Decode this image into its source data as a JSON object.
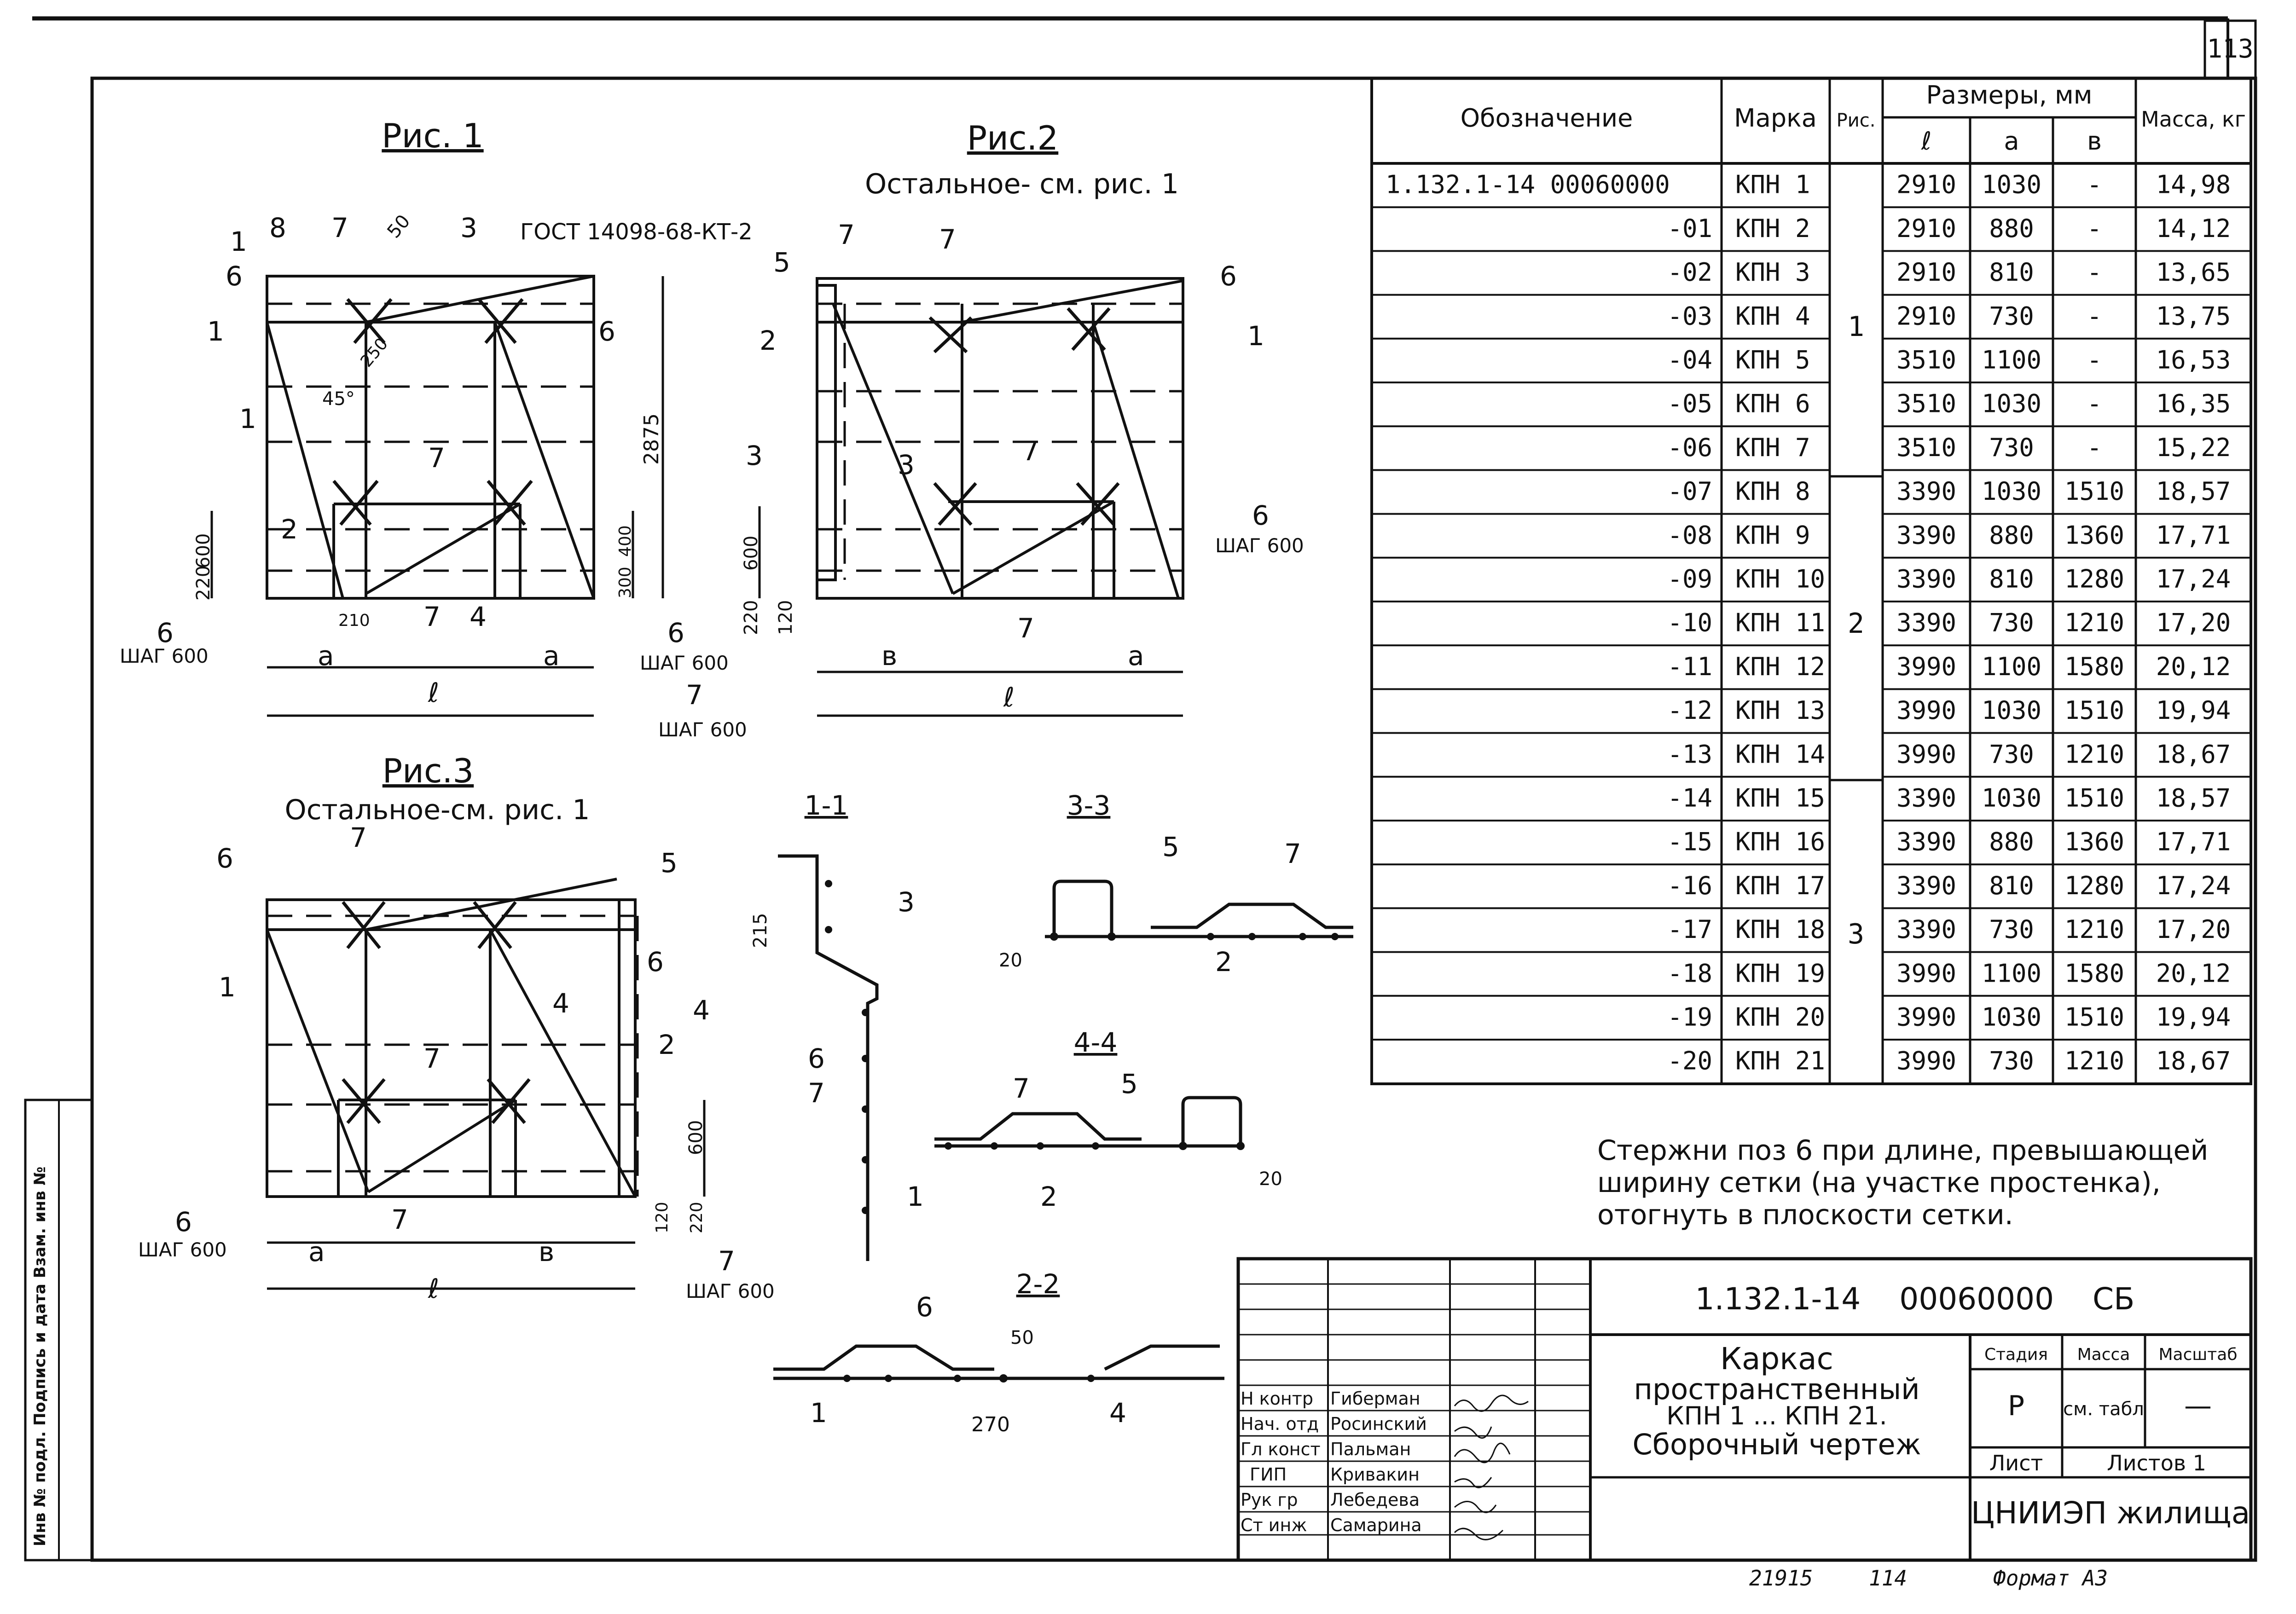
{
  "sheet_number": "113",
  "figures": {
    "fig1": {
      "title": "Рис. 1",
      "gost": "ГОСТ 14098-68-КТ-2"
    },
    "fig2": {
      "title": "Рис.2",
      "note": "Остальное- см. рис. 1"
    },
    "fig3": {
      "title": "Рис.3",
      "note": "Остальное-см. рис. 1"
    }
  },
  "callouts": {
    "p1": "1",
    "p2": "2",
    "p3": "3",
    "p4": "4",
    "p5": "5",
    "p6": "6",
    "p7": "7",
    "p8": "8",
    "step": "ШАГ 600",
    "dim_a": "a",
    "dim_l": "ℓ",
    "dim_b": "в",
    "d50": "50",
    "d250": "250",
    "d45": "45°",
    "d2875": "2875",
    "d600": "600",
    "d220": "220",
    "d400": "400",
    "d300": "300",
    "d210": "210",
    "d120": "120",
    "d215": "215",
    "d20": "20",
    "d270": "270"
  },
  "sections": {
    "s11": "1-1",
    "s22": "2-2",
    "s33": "3-3",
    "s44": "4-4"
  },
  "table": {
    "headers": {
      "designation": "Обозначение",
      "mark": "Марка",
      "fig": "Рис.",
      "sizes": "Размеры, мм",
      "l": "ℓ",
      "a": "a",
      "b": "в",
      "mass": "Масса, кг"
    },
    "rows": [
      {
        "d": "1.132.1-14 00060000",
        "m": "КПН 1",
        "l": "2910",
        "a": "1030",
        "b": "-",
        "w": "14,98"
      },
      {
        "d": "-01",
        "m": "КПН 2",
        "l": "2910",
        "a": "880",
        "b": "-",
        "w": "14,12"
      },
      {
        "d": "-02",
        "m": "КПН 3",
        "l": "2910",
        "a": "810",
        "b": "-",
        "w": "13,65"
      },
      {
        "d": "-03",
        "m": "КПН 4",
        "l": "2910",
        "a": "730",
        "b": "-",
        "w": "13,75"
      },
      {
        "d": "-04",
        "m": "КПН 5",
        "l": "3510",
        "a": "1100",
        "b": "-",
        "w": "16,53"
      },
      {
        "d": "-05",
        "m": "КПН 6",
        "l": "3510",
        "a": "1030",
        "b": "-",
        "w": "16,35"
      },
      {
        "d": "-06",
        "m": "КПН 7",
        "l": "3510",
        "a": "730",
        "b": "-",
        "w": "15,22"
      },
      {
        "d": "-07",
        "m": "КПН 8",
        "l": "3390",
        "a": "1030",
        "b": "1510",
        "w": "18,57"
      },
      {
        "d": "-08",
        "m": "КПН 9",
        "l": "3390",
        "a": "880",
        "b": "1360",
        "w": "17,71"
      },
      {
        "d": "-09",
        "m": "КПН 10",
        "l": "3390",
        "a": "810",
        "b": "1280",
        "w": "17,24"
      },
      {
        "d": "-10",
        "m": "КПН 11",
        "l": "3390",
        "a": "730",
        "b": "1210",
        "w": "17,20"
      },
      {
        "d": "-11",
        "m": "КПН 12",
        "l": "3990",
        "a": "1100",
        "b": "1580",
        "w": "20,12"
      },
      {
        "d": "-12",
        "m": "КПН 13",
        "l": "3990",
        "a": "1030",
        "b": "1510",
        "w": "19,94"
      },
      {
        "d": "-13",
        "m": "КПН 14",
        "l": "3990",
        "a": "730",
        "b": "1210",
        "w": "18,67"
      },
      {
        "d": "-14",
        "m": "КПН 15",
        "l": "3390",
        "a": "1030",
        "b": "1510",
        "w": "18,57"
      },
      {
        "d": "-15",
        "m": "КПН 16",
        "l": "3390",
        "a": "880",
        "b": "1360",
        "w": "17,71"
      },
      {
        "d": "-16",
        "m": "КПН 17",
        "l": "3390",
        "a": "810",
        "b": "1280",
        "w": "17,24"
      },
      {
        "d": "-17",
        "m": "КПН 18",
        "l": "3390",
        "a": "730",
        "b": "1210",
        "w": "17,20"
      },
      {
        "d": "-18",
        "m": "КПН 19",
        "l": "3990",
        "a": "1100",
        "b": "1580",
        "w": "20,12"
      },
      {
        "d": "-19",
        "m": "КПН 20",
        "l": "3990",
        "a": "1030",
        "b": "1510",
        "w": "19,94"
      },
      {
        "d": "-20",
        "m": "КПН 21",
        "l": "3990",
        "a": "730",
        "b": "1210",
        "w": "18,67"
      }
    ],
    "fig_groups": [
      "1",
      "2",
      "3"
    ]
  },
  "note": [
    "Стержни поз 6 при длине, превышающей",
    "ширину сетки (на участке простенка),",
    "отогнуть в плоскости сетки."
  ],
  "title_block": {
    "code": "1.132.1-14    00060000    СБ",
    "title": [
      "Каркас",
      "пространственный",
      "КПН 1 ... КПН 21.",
      "Сборочный чертеж"
    ],
    "stage_label": "Стадия",
    "mass_label": "Масса",
    "scale_label": "Масштаб",
    "stage": "Р",
    "mass": "см. табл",
    "scale": "—",
    "sheet_label": "Лист",
    "sheets_label": "Листов 1",
    "org": "ЦНИИЭП жилища",
    "roles": [
      {
        "role": "Н контр",
        "name": "Гиберман"
      },
      {
        "role": "Нач. отд",
        "name": "Росинский"
      },
      {
        "role": "Гл конст",
        "name": "Пальман"
      },
      {
        "role": "ГИП",
        "name": "Кривакин"
      },
      {
        "role": "Рук гр",
        "name": "Лебедева"
      },
      {
        "role": "Ст инж",
        "name": "Самарина"
      }
    ]
  },
  "side_strip": "Инв № подл.   Подпись и дата   Взам. инв №",
  "footer": {
    "num": "21915",
    "page": "114",
    "format": "Формат А3"
  }
}
